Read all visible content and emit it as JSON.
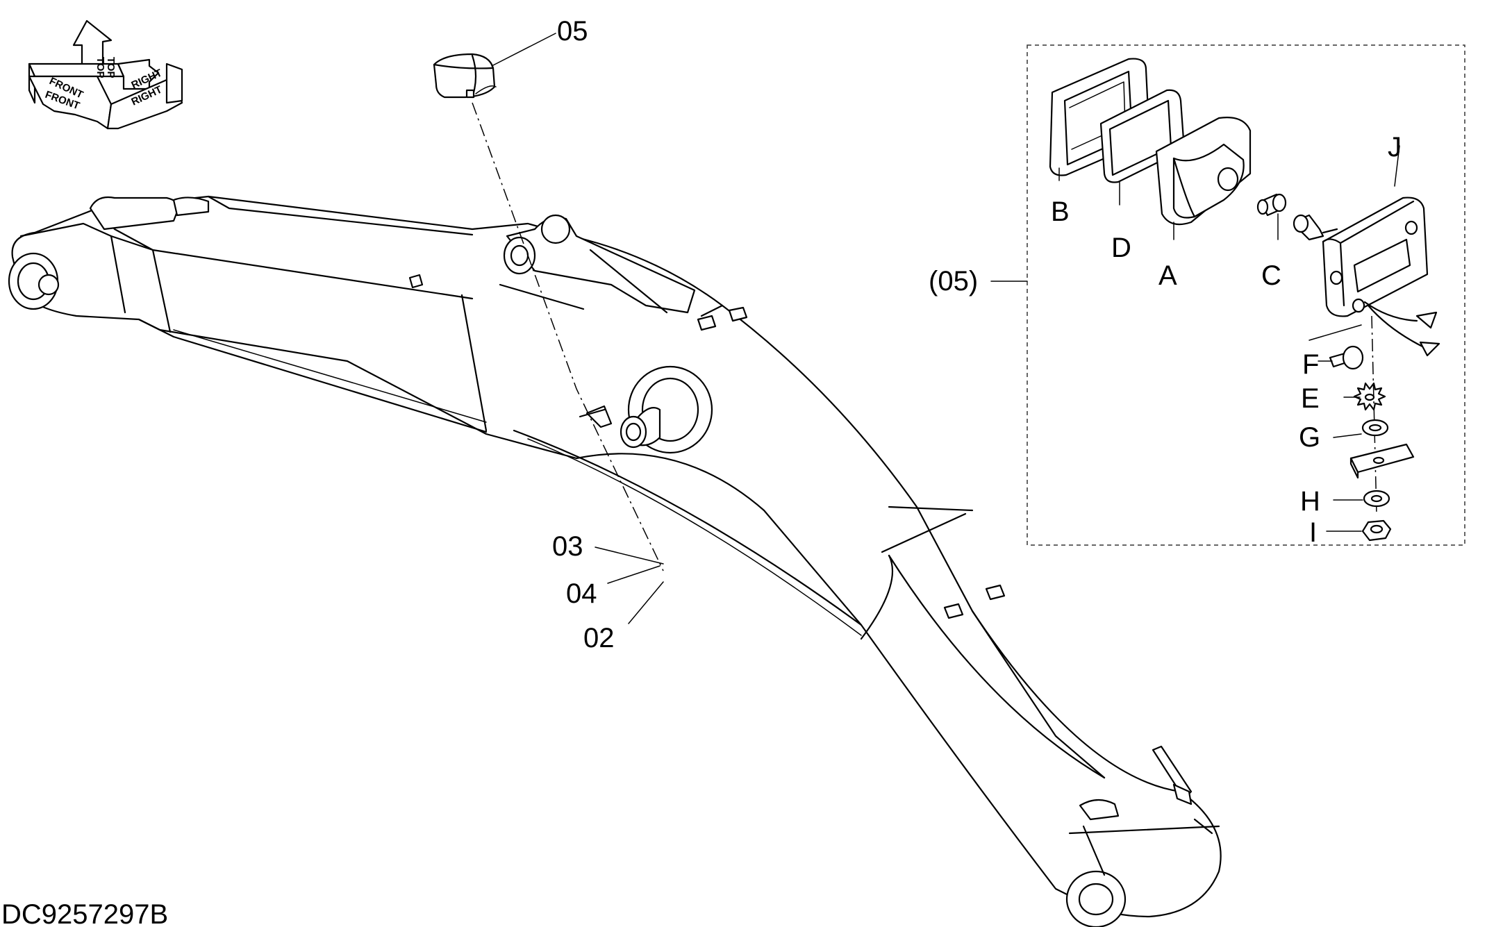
{
  "drawing_id": "DC9257297B",
  "orientation_labels": {
    "front_top": "FRONT",
    "front_bottom": "FRONT",
    "top_top": "TOP",
    "top_bottom": "TOP",
    "right_top": "RIGHT",
    "right_bottom": "RIGHT"
  },
  "callouts": {
    "part_05": "05",
    "part_03": "03",
    "part_04": "04",
    "part_02": "02",
    "detail_05": "(05)"
  },
  "detail_parts": {
    "a": "A",
    "b": "B",
    "c": "C",
    "d": "D",
    "e": "E",
    "f": "F",
    "g": "G",
    "h": "H",
    "i": "I",
    "j": "J"
  }
}
